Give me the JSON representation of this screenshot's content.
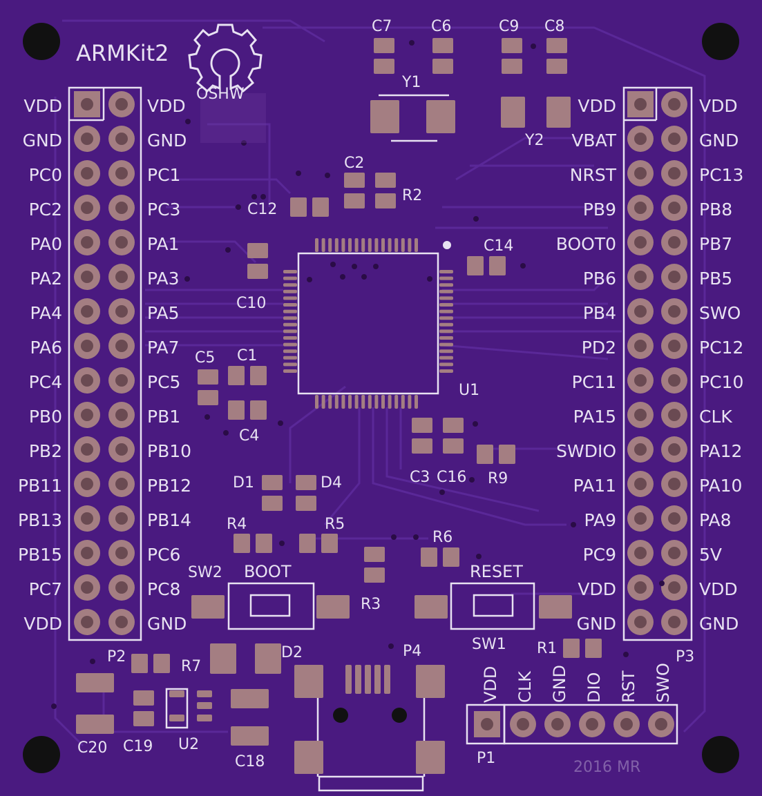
{
  "title": "ARMKit2",
  "oshw_label": "OSHW",
  "credit": "2016 MR",
  "colors": {
    "board": "#4a1a80",
    "trace": "#5a2898",
    "silk": "#e8e2f2",
    "pad": "#a47e82",
    "pad_dark": "#6a4a52",
    "hole": "#111111"
  },
  "left_header": {
    "outer": [
      "VDD",
      "GND",
      "PC0",
      "PC2",
      "PA0",
      "PA2",
      "PA4",
      "PA6",
      "PC4",
      "PB0",
      "PB2",
      "PB11",
      "PB13",
      "PB15",
      "PC7",
      "VDD"
    ],
    "inner": [
      "VDD",
      "GND",
      "PC1",
      "PC3",
      "PA1",
      "PA3",
      "PA5",
      "PA7",
      "PC5",
      "PB1",
      "PB10",
      "PB12",
      "PB14",
      "PC6",
      "PC8",
      "GND"
    ],
    "designator": "P2"
  },
  "right_header": {
    "inner": [
      "VDD",
      "VBAT",
      "NRST",
      "PB9",
      "BOOT0",
      "PB6",
      "PB4",
      "PD2",
      "PC11",
      "PA15",
      "SWDIO",
      "PA11",
      "PA9",
      "PC9",
      "VDD",
      "GND"
    ],
    "outer": [
      "VDD",
      "GND",
      "PC13",
      "PB8",
      "PB7",
      "PB5",
      "SWO",
      "PC12",
      "PC10",
      "CLK",
      "PA12",
      "PA10",
      "PA8",
      "5V",
      "VDD",
      "GND"
    ],
    "designator": "P3"
  },
  "swd_header": {
    "designator": "P1",
    "pins": [
      "VDD",
      "CLK",
      "GND",
      "DIO",
      "RST",
      "SWO"
    ]
  },
  "components": [
    {
      "ref": "C7"
    },
    {
      "ref": "C6"
    },
    {
      "ref": "C9"
    },
    {
      "ref": "C8"
    },
    {
      "ref": "Y1"
    },
    {
      "ref": "Y2"
    },
    {
      "ref": "C2"
    },
    {
      "ref": "R2"
    },
    {
      "ref": "C12"
    },
    {
      "ref": "C14"
    },
    {
      "ref": "C10"
    },
    {
      "ref": "U1"
    },
    {
      "ref": "C5"
    },
    {
      "ref": "C1"
    },
    {
      "ref": "C4"
    },
    {
      "ref": "C3"
    },
    {
      "ref": "C16"
    },
    {
      "ref": "R9"
    },
    {
      "ref": "D1"
    },
    {
      "ref": "D4"
    },
    {
      "ref": "R4"
    },
    {
      "ref": "R5"
    },
    {
      "ref": "R6"
    },
    {
      "ref": "R3"
    },
    {
      "ref": "SW2"
    },
    {
      "ref": "SW1"
    },
    {
      "ref": "R1"
    },
    {
      "ref": "D2"
    },
    {
      "ref": "P4"
    },
    {
      "ref": "R7"
    },
    {
      "ref": "C20"
    },
    {
      "ref": "C19"
    },
    {
      "ref": "U2"
    },
    {
      "ref": "C18"
    }
  ],
  "buttons": {
    "boot": "BOOT",
    "reset": "RESET"
  }
}
